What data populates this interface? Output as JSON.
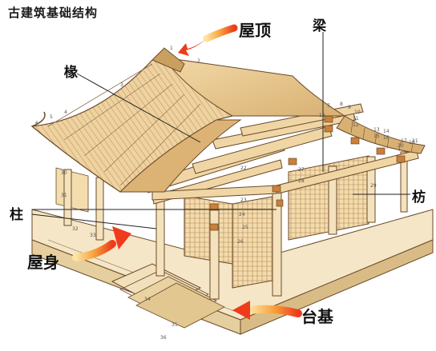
{
  "title": "古建筑基础结构",
  "labels": {
    "roof": "屋顶",
    "beam": "梁",
    "rafter": "椽",
    "column": "柱",
    "tie_beam": "枋",
    "body": "屋身",
    "base": "台基"
  },
  "part_numbers": [
    "1",
    "2",
    "3",
    "4",
    "5",
    "6",
    "7",
    "8",
    "9",
    "10",
    "11",
    "12",
    "13",
    "14",
    "15",
    "16",
    "17",
    "18",
    "19",
    "20",
    "21",
    "22",
    "23",
    "24",
    "25",
    "26",
    "27",
    "28",
    "29",
    "30",
    "31",
    "32",
    "33",
    "34",
    "35",
    "36"
  ],
  "colors": {
    "wood": "#e9c98c",
    "wood_dark": "#b98b4d",
    "line": "#6b4a2a",
    "arrow": "#ee3b1c",
    "arrow_tail": "#f7a13a"
  }
}
